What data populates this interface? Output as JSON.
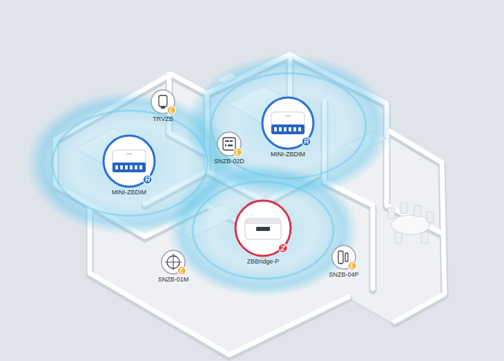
{
  "diagram": {
    "nodes": [
      {
        "text": [
          "TRVZB"
        ]
      },
      {
        "text": [
          "MINI-ZBDIM"
        ]
      },
      {
        "text": [
          "SNZB-02D"
        ]
      },
      {
        "text": [
          "MINI-ZBDIM"
        ]
      },
      {
        "text": [
          "ZBBridge-P"
        ]
      },
      {
        "text": [
          "SNZB-04P"
        ]
      },
      {
        "text": [
          "SNZB-01M"
        ]
      }
    ]
  }
}
